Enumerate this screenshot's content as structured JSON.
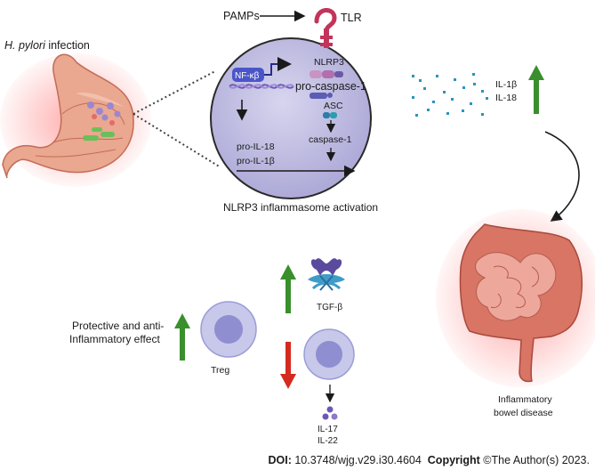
{
  "labels": {
    "pamps": "PAMPs",
    "tlr": "TLR",
    "h_pylori_italic": "H. pylori",
    "h_pylori_rest": " infection",
    "nfkb": "NF-κβ",
    "nlrp3": "NLRP3",
    "pro_caspase": "pro-caspase-1",
    "asc": "ASC",
    "caspase": "caspase-1",
    "pro_il18": "pro-IL-18",
    "pro_il1b": "pro-IL-1β",
    "inflammasome": "NLRP3 inflammasome activation",
    "il1b": "IL-1β",
    "il18": "IL-18",
    "tgfb": "TGF-β",
    "protective_line1": "Protective and anti-",
    "protective_line2": "Inflammatory effect",
    "treg": "Treg",
    "il17": "IL-17",
    "il22": "IL-22",
    "ibd_line1": "Inflammatory",
    "ibd_line2": "bowel disease"
  },
  "footer": {
    "doi_label": "DOI:",
    "doi_value": "10.3748/wjg.v29.i30.4604",
    "copyright_label": "Copyright",
    "copyright_value": "©The Author(s) 2023."
  },
  "colors": {
    "cell_fill": "#b9b6dc",
    "cell_outline": "#2a2a2a",
    "up_arrow": "#3a8f2d",
    "down_arrow": "#d42b1e",
    "stomach": "#e8a08a",
    "intestine": "#d9776a",
    "receptor": "#c2345a",
    "cytokine_dots": "#2b93c0",
    "tcell_outer": "#c7c8ea",
    "tcell_inner": "#8f8ed1"
  },
  "icons": {
    "stomach": "stomach-illustration",
    "intestine": "intestine-illustration",
    "receptor": "tlr-receptor-icon",
    "tgf": "tgf-beta-protein-icon",
    "up": "green-up-arrow",
    "down": "red-down-arrow"
  }
}
